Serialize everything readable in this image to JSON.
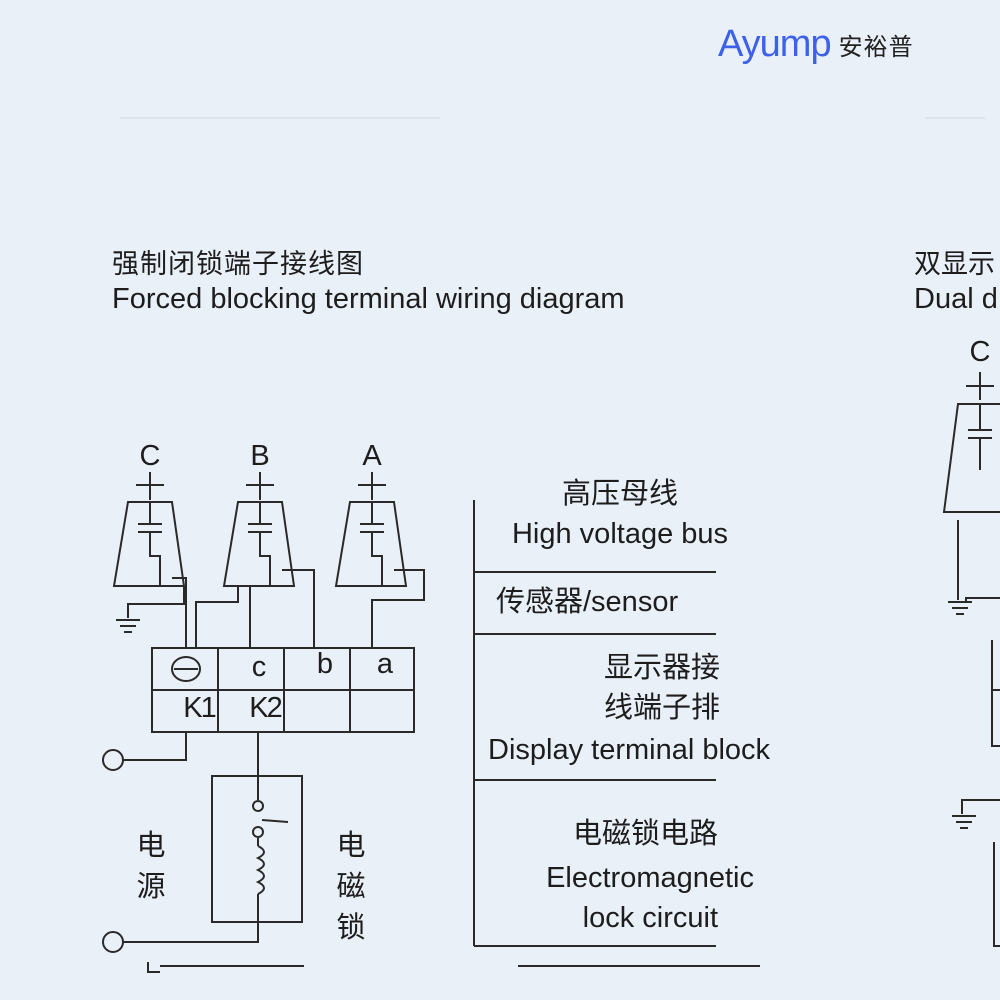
{
  "brand": {
    "name_en": "Ayump",
    "name_cn": "安裕普"
  },
  "left_diagram": {
    "title_cn": "强制闭锁端子接线图",
    "title_en": "Forced blocking terminal wiring diagram",
    "phases": [
      "C",
      "B",
      "A"
    ],
    "terminal_top": [
      "c",
      "b",
      "a"
    ],
    "terminal_bottom": [
      "K1",
      "K2"
    ],
    "power_label": [
      "电",
      "源"
    ],
    "lock_label": [
      "电",
      "磁",
      "锁"
    ]
  },
  "legend": {
    "bus_cn": "高压母线",
    "bus_en": "High voltage bus",
    "sensor": "传感器/sensor",
    "display_cn_1": "显示器接",
    "display_cn_2": "线端子排",
    "display_en": "Display terminal block",
    "lock_cn": "电磁锁电路",
    "lock_en_1": "Electromagnetic",
    "lock_en_2": "lock circuit"
  },
  "right_diagram": {
    "title_cn": "双显示",
    "title_en": "Dual d",
    "phase": "C"
  }
}
